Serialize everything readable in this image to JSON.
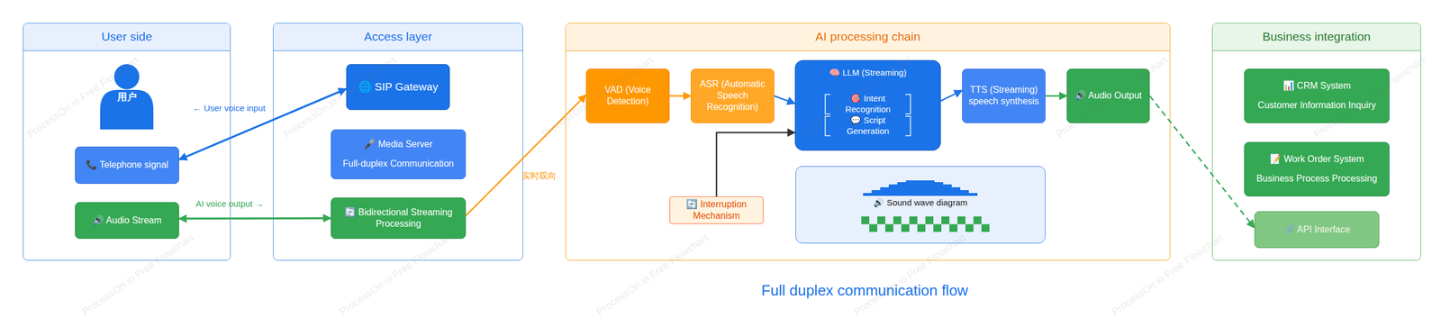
{
  "diagram": {
    "caption": "Full duplex communication flow",
    "nodes": [
      {
        "text": [
          "User side"
        ]
      },
      {
        "text": [
          "用户"
        ],
        "in": 0
      },
      {
        "text": [
          "📞 Telephone signal"
        ],
        "in": 0
      },
      {
        "text": [
          "🔊 Audio Stream"
        ],
        "in": 0
      },
      {
        "text": [
          "Access layer"
        ]
      },
      {
        "text": [
          "🌐 SIP Gateway"
        ],
        "in": 4
      },
      {
        "text": [
          "🎤 Media Server",
          "Full-duplex Communication"
        ],
        "in": 4
      },
      {
        "text": [
          "🔄 Bidirectional Streaming Processing"
        ],
        "in": 4
      },
      {
        "text": [
          "AI processing chain"
        ]
      },
      {
        "text": [
          "VAD (Voice Detection)"
        ],
        "in": 8
      },
      {
        "text": [
          "ASR (Automatic Speech Recognition)"
        ],
        "in": 8
      },
      {
        "text": [
          "🧠 LLM (Streaming)"
        ],
        "in": 8
      },
      {
        "text": [
          "🎯 Intent Recognition"
        ],
        "in": 11
      },
      {
        "text": [
          "💬 Script Generation"
        ],
        "in": 11
      },
      {
        "text": [
          "TTS (Streaming) speech synthesis"
        ],
        "in": 8
      },
      {
        "text": [
          "🔊 Audio Output"
        ],
        "in": 8
      },
      {
        "text": [
          "🔄 Interruption Mechanism"
        ],
        "in": 8
      },
      {
        "text": [
          "🔊 Sound wave diagram"
        ],
        "in": 8
      },
      {
        "text": [
          "Business integration"
        ]
      },
      {
        "text": [
          "📊 CRM System",
          "Customer Information Inquiry"
        ],
        "in": 18
      },
      {
        "text": [
          "📝 Work Order System",
          "Business Process Processing"
        ],
        "in": 18
      },
      {
        "text": [
          "🔗 API Interface"
        ],
        "in": 18
      }
    ],
    "edges": [
      {
        "from": 2,
        "to": 5,
        "arrow": "both",
        "label": "← User voice input"
      },
      {
        "from": 3,
        "to": 7,
        "arrow": "both",
        "label": "AI voice output →"
      },
      {
        "from": 7,
        "to": 9,
        "arrow": "to",
        "label": "实时双向"
      },
      {
        "from": 9,
        "to": 10,
        "arrow": "to"
      },
      {
        "from": 10,
        "to": 11,
        "arrow": "to"
      },
      {
        "from": 16,
        "to": 11,
        "arrow": "to"
      },
      {
        "from": 11,
        "to": 14,
        "arrow": "to"
      },
      {
        "from": 14,
        "to": 15,
        "arrow": "to"
      },
      {
        "from": 15,
        "to": 21,
        "arrow": "to"
      }
    ],
    "labels": [
      "ProcessOn.io Free Flowchart",
      "ProcessOn.io Free Flowchart",
      "ProcessOn.io Free Flowchart",
      "ProcessOn.io Free Flowchart",
      "ProcessOn.io Free Flowchart",
      "ProcessOn.io Free Flowchart",
      "ProcessOn.io Free Flowchart",
      "ProcessOn.io Free Flowchart",
      "ProcessOn.io Free Flowchart",
      "ProcessOn.io Free Flowchart",
      "ProcessOn.io Free Flowchart"
    ]
  }
}
